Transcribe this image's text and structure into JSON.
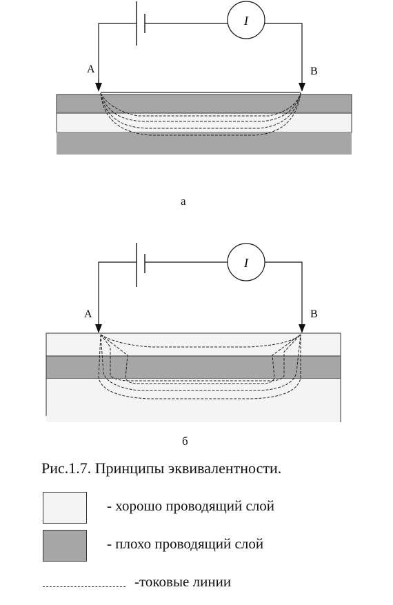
{
  "diagram_a": {
    "label": "а",
    "electrode_left": "A",
    "electrode_right": "B",
    "meter": "I"
  },
  "diagram_b": {
    "label": "б",
    "electrode_left": "A",
    "electrode_right": "B",
    "meter": "I"
  },
  "caption": "Рис.1.7. Принципы эквивалентности.",
  "legend": {
    "good_layer": "- хорошо проводящий слой",
    "poor_layer": "- плохо проводящий слой",
    "current_lines": "-токовые линии"
  },
  "colors": {
    "good_layer": "#f4f4f4",
    "poor_layer": "#a6a6a6",
    "line": "#222222"
  }
}
